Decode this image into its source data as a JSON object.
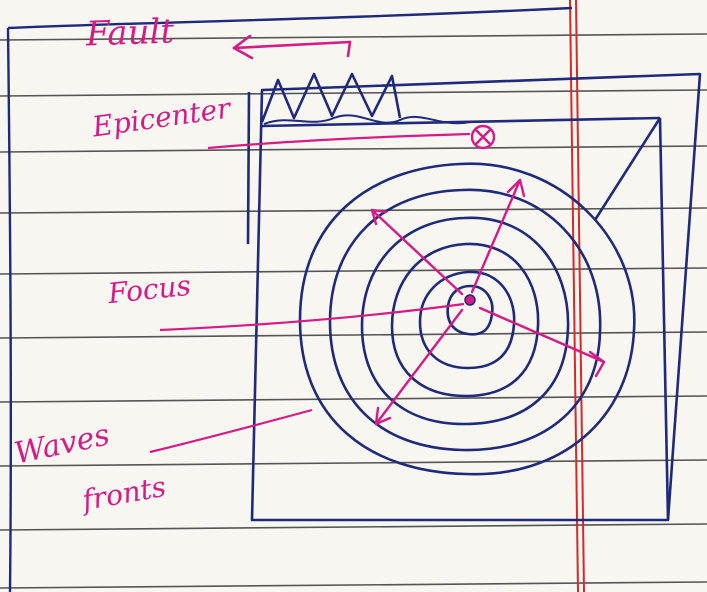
{
  "labels": {
    "fault": "Fault",
    "epicenter": "Epicenter",
    "focus": "Focus",
    "waves": "Waves",
    "fronts": "fronts"
  },
  "colors": {
    "paper": "#f7f6f1",
    "rule_line": "#3a3a3a",
    "margin_line": "#d42a2a",
    "ink_blue": "#1f2a7a",
    "ink_pink": "#d61a86"
  }
}
